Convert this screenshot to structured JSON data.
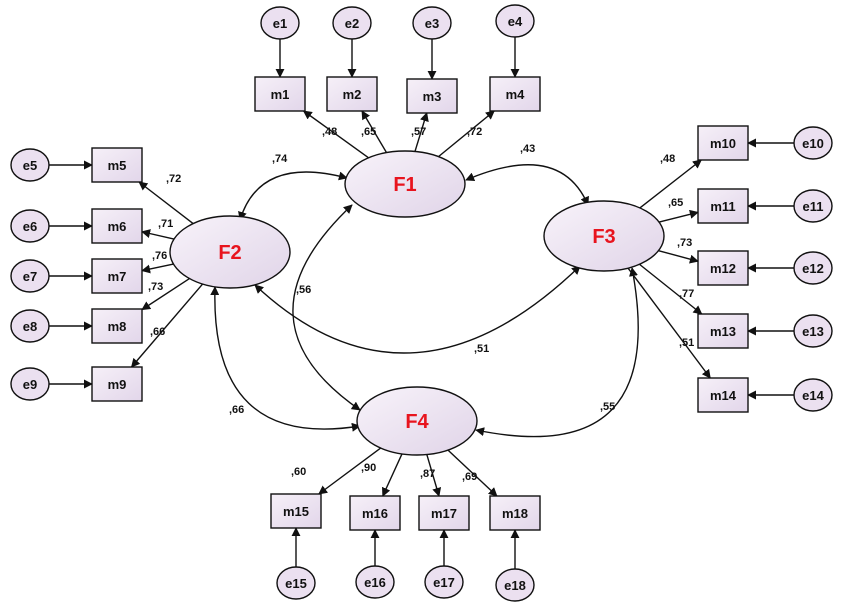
{
  "diagram": {
    "factors": [
      {
        "id": "F1",
        "label": "F1"
      },
      {
        "id": "F2",
        "label": "F2"
      },
      {
        "id": "F3",
        "label": "F3"
      },
      {
        "id": "F4",
        "label": "F4"
      }
    ],
    "measures": [
      {
        "id": "m1",
        "label": "m1",
        "factor": "F1",
        "loading": ",48",
        "error": "e1"
      },
      {
        "id": "m2",
        "label": "m2",
        "factor": "F1",
        "loading": ",65",
        "error": "e2"
      },
      {
        "id": "m3",
        "label": "m3",
        "factor": "F1",
        "loading": ",57",
        "error": "e3"
      },
      {
        "id": "m4",
        "label": "m4",
        "factor": "F1",
        "loading": ",72",
        "error": "e4"
      },
      {
        "id": "m5",
        "label": "m5",
        "factor": "F2",
        "loading": ",72",
        "error": "e5"
      },
      {
        "id": "m6",
        "label": "m6",
        "factor": "F2",
        "loading": ",71",
        "error": "e6"
      },
      {
        "id": "m7",
        "label": "m7",
        "factor": "F2",
        "loading": ",76",
        "error": "e7"
      },
      {
        "id": "m8",
        "label": "m8",
        "factor": "F2",
        "loading": ",73",
        "error": "e8"
      },
      {
        "id": "m9",
        "label": "m9",
        "factor": "F2",
        "loading": ",66",
        "error": "e9"
      },
      {
        "id": "m10",
        "label": "m10",
        "factor": "F3",
        "loading": ",48",
        "error": "e10"
      },
      {
        "id": "m11",
        "label": "m11",
        "factor": "F3",
        "loading": ",65",
        "error": "e11"
      },
      {
        "id": "m12",
        "label": "m12",
        "factor": "F3",
        "loading": ",73",
        "error": "e12"
      },
      {
        "id": "m13",
        "label": "m13",
        "factor": "F3",
        "loading": ",77",
        "error": "e13"
      },
      {
        "id": "m14",
        "label": "m14",
        "factor": "F3",
        "loading": ",51",
        "error": "e14"
      },
      {
        "id": "m15",
        "label": "m15",
        "factor": "F4",
        "loading": ",60",
        "error": "e15"
      },
      {
        "id": "m16",
        "label": "m16",
        "factor": "F4",
        "loading": ",90",
        "error": "e16"
      },
      {
        "id": "m17",
        "label": "m17",
        "factor": "F4",
        "loading": ",87",
        "error": "e17"
      },
      {
        "id": "m18",
        "label": "m18",
        "factor": "F4",
        "loading": ",69",
        "error": "e18"
      }
    ],
    "correlations": [
      {
        "id": "F1-F2",
        "from": "F1",
        "to": "F2",
        "value": ",74"
      },
      {
        "id": "F1-F3",
        "from": "F1",
        "to": "F3",
        "value": ",43"
      },
      {
        "id": "F1-F4",
        "from": "F1",
        "to": "F4",
        "value": ",56"
      },
      {
        "id": "F2-F3",
        "from": "F2",
        "to": "F3",
        "value": ",51"
      },
      {
        "id": "F2-F4",
        "from": "F2",
        "to": "F4",
        "value": ",66"
      },
      {
        "id": "F3-F4",
        "from": "F3",
        "to": "F4",
        "value": ",55"
      }
    ],
    "colors": {
      "factor_text": "#e8141e",
      "node_fill": "#ebe0f0",
      "node_fill_light": "#f7f1f9",
      "stroke": "#111111"
    }
  }
}
